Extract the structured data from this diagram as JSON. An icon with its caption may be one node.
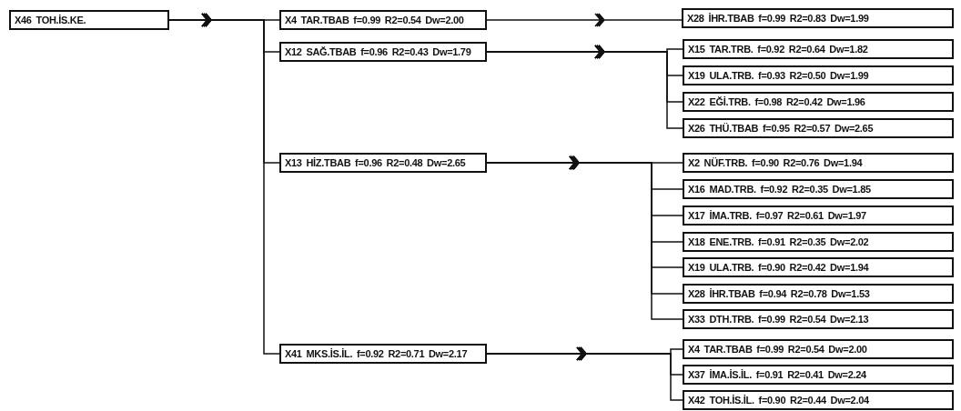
{
  "diagram": {
    "nodes": [
      {
        "text": [
          "X46 TOH.İS.KE."
        ]
      },
      {
        "text": [
          "X4 TAR.TBAB f=0.99 R2=0.54 Dw=2.00"
        ]
      },
      {
        "text": [
          "X28 İHR.TBAB f=0.99 R2=0.83 Dw=1.99"
        ]
      },
      {
        "text": [
          "X12 SAĞ.TBAB f=0.96 R2=0.43 Dw=1.79"
        ]
      },
      {
        "text": [
          "X15 TAR.TRB. f=0.92 R2=0.64 Dw=1.82"
        ]
      },
      {
        "text": [
          "X19 ULA.TRB. f=0.93 R2=0.50 Dw=1.99"
        ]
      },
      {
        "text": [
          "X22 EĞİ.TRB. f=0.98 R2=0.42 Dw=1.96"
        ]
      },
      {
        "text": [
          "X26 THÜ.TBAB f=0.95 R2=0.57 Dw=2.65"
        ]
      },
      {
        "text": [
          "X13 HİZ.TBAB f=0.96 R2=0.48 Dw=2.65"
        ]
      },
      {
        "text": [
          "X2 NÜF.TRB. f=0.90 R2=0.76 Dw=1.94"
        ]
      },
      {
        "text": [
          "X16 MAD.TRB. f=0.92 R2=0.35 Dw=1.85"
        ]
      },
      {
        "text": [
          "X17 İMA.TRB. f=0.97 R2=0.61 Dw=1.97"
        ]
      },
      {
        "text": [
          "X18 ENE.TRB. f=0.91 R2=0.35 Dw=2.02"
        ]
      },
      {
        "text": [
          "X19 ULA.TRB. f=0.90 R2=0.42 Dw=1.94"
        ]
      },
      {
        "text": [
          "X28 İHR.TBAB f=0.94 R2=0.78 Dw=1.53"
        ]
      },
      {
        "text": [
          "X33 DTH.TRB. f=0.99 R2=0.54 Dw=2.13"
        ]
      },
      {
        "text": [
          "X41 MKS.İS.İL. f=0.92 R2=0.71 Dw=2.17"
        ]
      },
      {
        "text": [
          "X4 TAR.TBAB f=0.99 R2=0.54 Dw=2.00"
        ]
      },
      {
        "text": [
          "X37 İMA.İS.İL. f=0.91 R2=0.41 Dw=2.24"
        ]
      },
      {
        "text": [
          "X42 TOH.İS.İL. f=0.90 R2=0.44 Dw=2.04"
        ]
      }
    ],
    "edges": [
      {
        "from": 0,
        "to": 1,
        "arrow": "to"
      },
      {
        "from": 0,
        "to": 3,
        "arrow": "to"
      },
      {
        "from": 0,
        "to": 8,
        "arrow": "to"
      },
      {
        "from": 0,
        "to": 16,
        "arrow": "to"
      },
      {
        "from": 1,
        "to": 2,
        "arrow": "to"
      },
      {
        "from": 3,
        "to": 4,
        "arrow": "to"
      },
      {
        "from": 3,
        "to": 5,
        "arrow": "to"
      },
      {
        "from": 3,
        "to": 6,
        "arrow": "to"
      },
      {
        "from": 3,
        "to": 7,
        "arrow": "to"
      },
      {
        "from": 8,
        "to": 9,
        "arrow": "to"
      },
      {
        "from": 8,
        "to": 10,
        "arrow": "to"
      },
      {
        "from": 8,
        "to": 11,
        "arrow": "to"
      },
      {
        "from": 8,
        "to": 12,
        "arrow": "to"
      },
      {
        "from": 8,
        "to": 13,
        "arrow": "to"
      },
      {
        "from": 8,
        "to": 14,
        "arrow": "to"
      },
      {
        "from": 8,
        "to": 15,
        "arrow": "to"
      },
      {
        "from": 16,
        "to": 17,
        "arrow": "to"
      },
      {
        "from": 16,
        "to": 18,
        "arrow": "to"
      },
      {
        "from": 16,
        "to": 19,
        "arrow": "to"
      }
    ]
  }
}
